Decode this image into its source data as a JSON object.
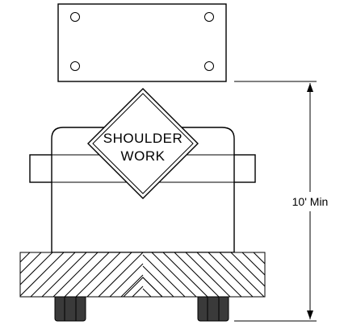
{
  "sign": {
    "line1": "SHOULDER",
    "line2": "WORK"
  },
  "dimension": {
    "label": "10' Min"
  },
  "colors": {
    "line": "#000000",
    "fill": "#ffffff",
    "tire": "#3a3a3a"
  }
}
